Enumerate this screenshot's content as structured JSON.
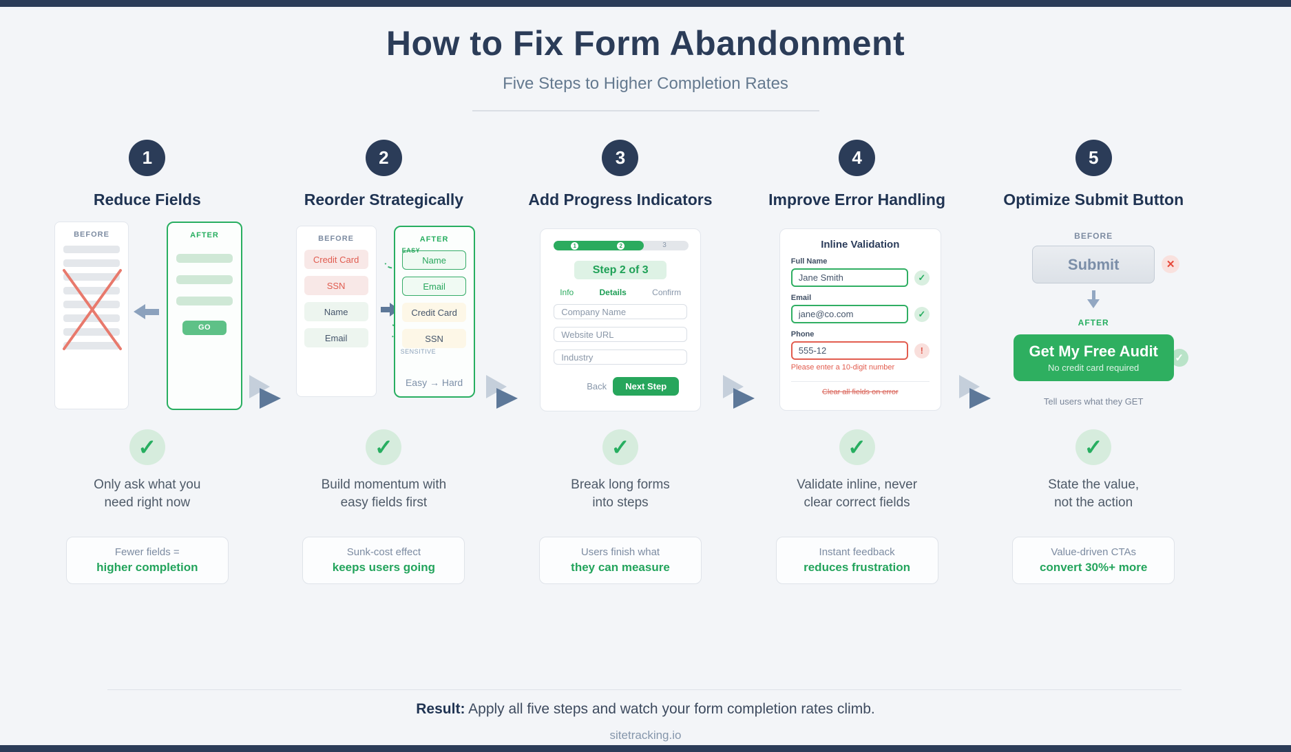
{
  "page": {
    "title": "How to Fix Form Abandonment",
    "subtitle": "Five Steps to Higher Completion Rates",
    "result_label": "Result:",
    "result_text": " Apply all five steps and watch your form completion rates climb.",
    "brand": "sitetracking.io"
  },
  "colors": {
    "navy": "#2b3c58",
    "green": "#27ae60",
    "light_green_fill": "#d6ecdd",
    "salmon": "#e8796c",
    "error_red": "#e05b4f",
    "background": "#f3f5f8"
  },
  "icons": {
    "check": "✓",
    "cross": "✕",
    "error": "!"
  },
  "steps": [
    {
      "number": "1",
      "title": "Reduce Fields",
      "before_label": "BEFORE",
      "after_label": "AFTER",
      "go_button": "GO",
      "benefit": [
        "Only ask what you",
        "need right now"
      ],
      "box": [
        "Fewer fields =",
        "higher completion"
      ]
    },
    {
      "number": "2",
      "title": "Reorder Strategically",
      "before_label": "BEFORE",
      "after_label": "AFTER",
      "before_fields": [
        "Credit Card",
        "SSN",
        "Name",
        "Email"
      ],
      "after_fields": [
        "Name",
        "Email",
        "Credit Card",
        "SSN"
      ],
      "easy_tag": "EASY",
      "sensitive_tag": "SENSITIVE",
      "order_note": "Easy → Hard",
      "benefit": [
        "Build momentum with",
        "easy fields first"
      ],
      "box": [
        "Sunk-cost effect",
        "keeps users going"
      ]
    },
    {
      "number": "3",
      "title": "Add Progress Indicators",
      "progress": [
        "1",
        "2",
        "3"
      ],
      "step_pill": "Step 2 of 3",
      "tabs": [
        "Info",
        "Details",
        "Confirm"
      ],
      "inputs": [
        "Company Name",
        "Website URL",
        "Industry"
      ],
      "back_button": "Back",
      "next_button": "Next Step",
      "benefit": [
        "Break long forms",
        "into steps"
      ],
      "box": [
        "Users finish what",
        "they can measure"
      ]
    },
    {
      "number": "4",
      "title": "Improve Error Handling",
      "card_title": "Inline Validation",
      "fields": [
        {
          "label": "Full Name",
          "value": "Jane Smith",
          "state": "valid"
        },
        {
          "label": "Email",
          "value": "jane@co.com",
          "state": "valid"
        },
        {
          "label": "Phone",
          "value": "555-12",
          "state": "error"
        }
      ],
      "error_message": "Please enter a 10-digit number",
      "anti_pattern": "Clear all fields on error",
      "benefit": [
        "Validate inline, never",
        "clear correct fields"
      ],
      "box": [
        "Instant feedback",
        "reduces frustration"
      ]
    },
    {
      "number": "5",
      "title": "Optimize Submit Button",
      "before_label": "BEFORE",
      "after_label": "AFTER",
      "before_button": "Submit",
      "after_button": "Get My Free Audit",
      "after_button_sub": "No credit card required",
      "note": "Tell users what they GET",
      "benefit": [
        "State the value,",
        "not the action"
      ],
      "box": [
        "Value-driven CTAs",
        "convert 30%+ more"
      ]
    }
  ]
}
